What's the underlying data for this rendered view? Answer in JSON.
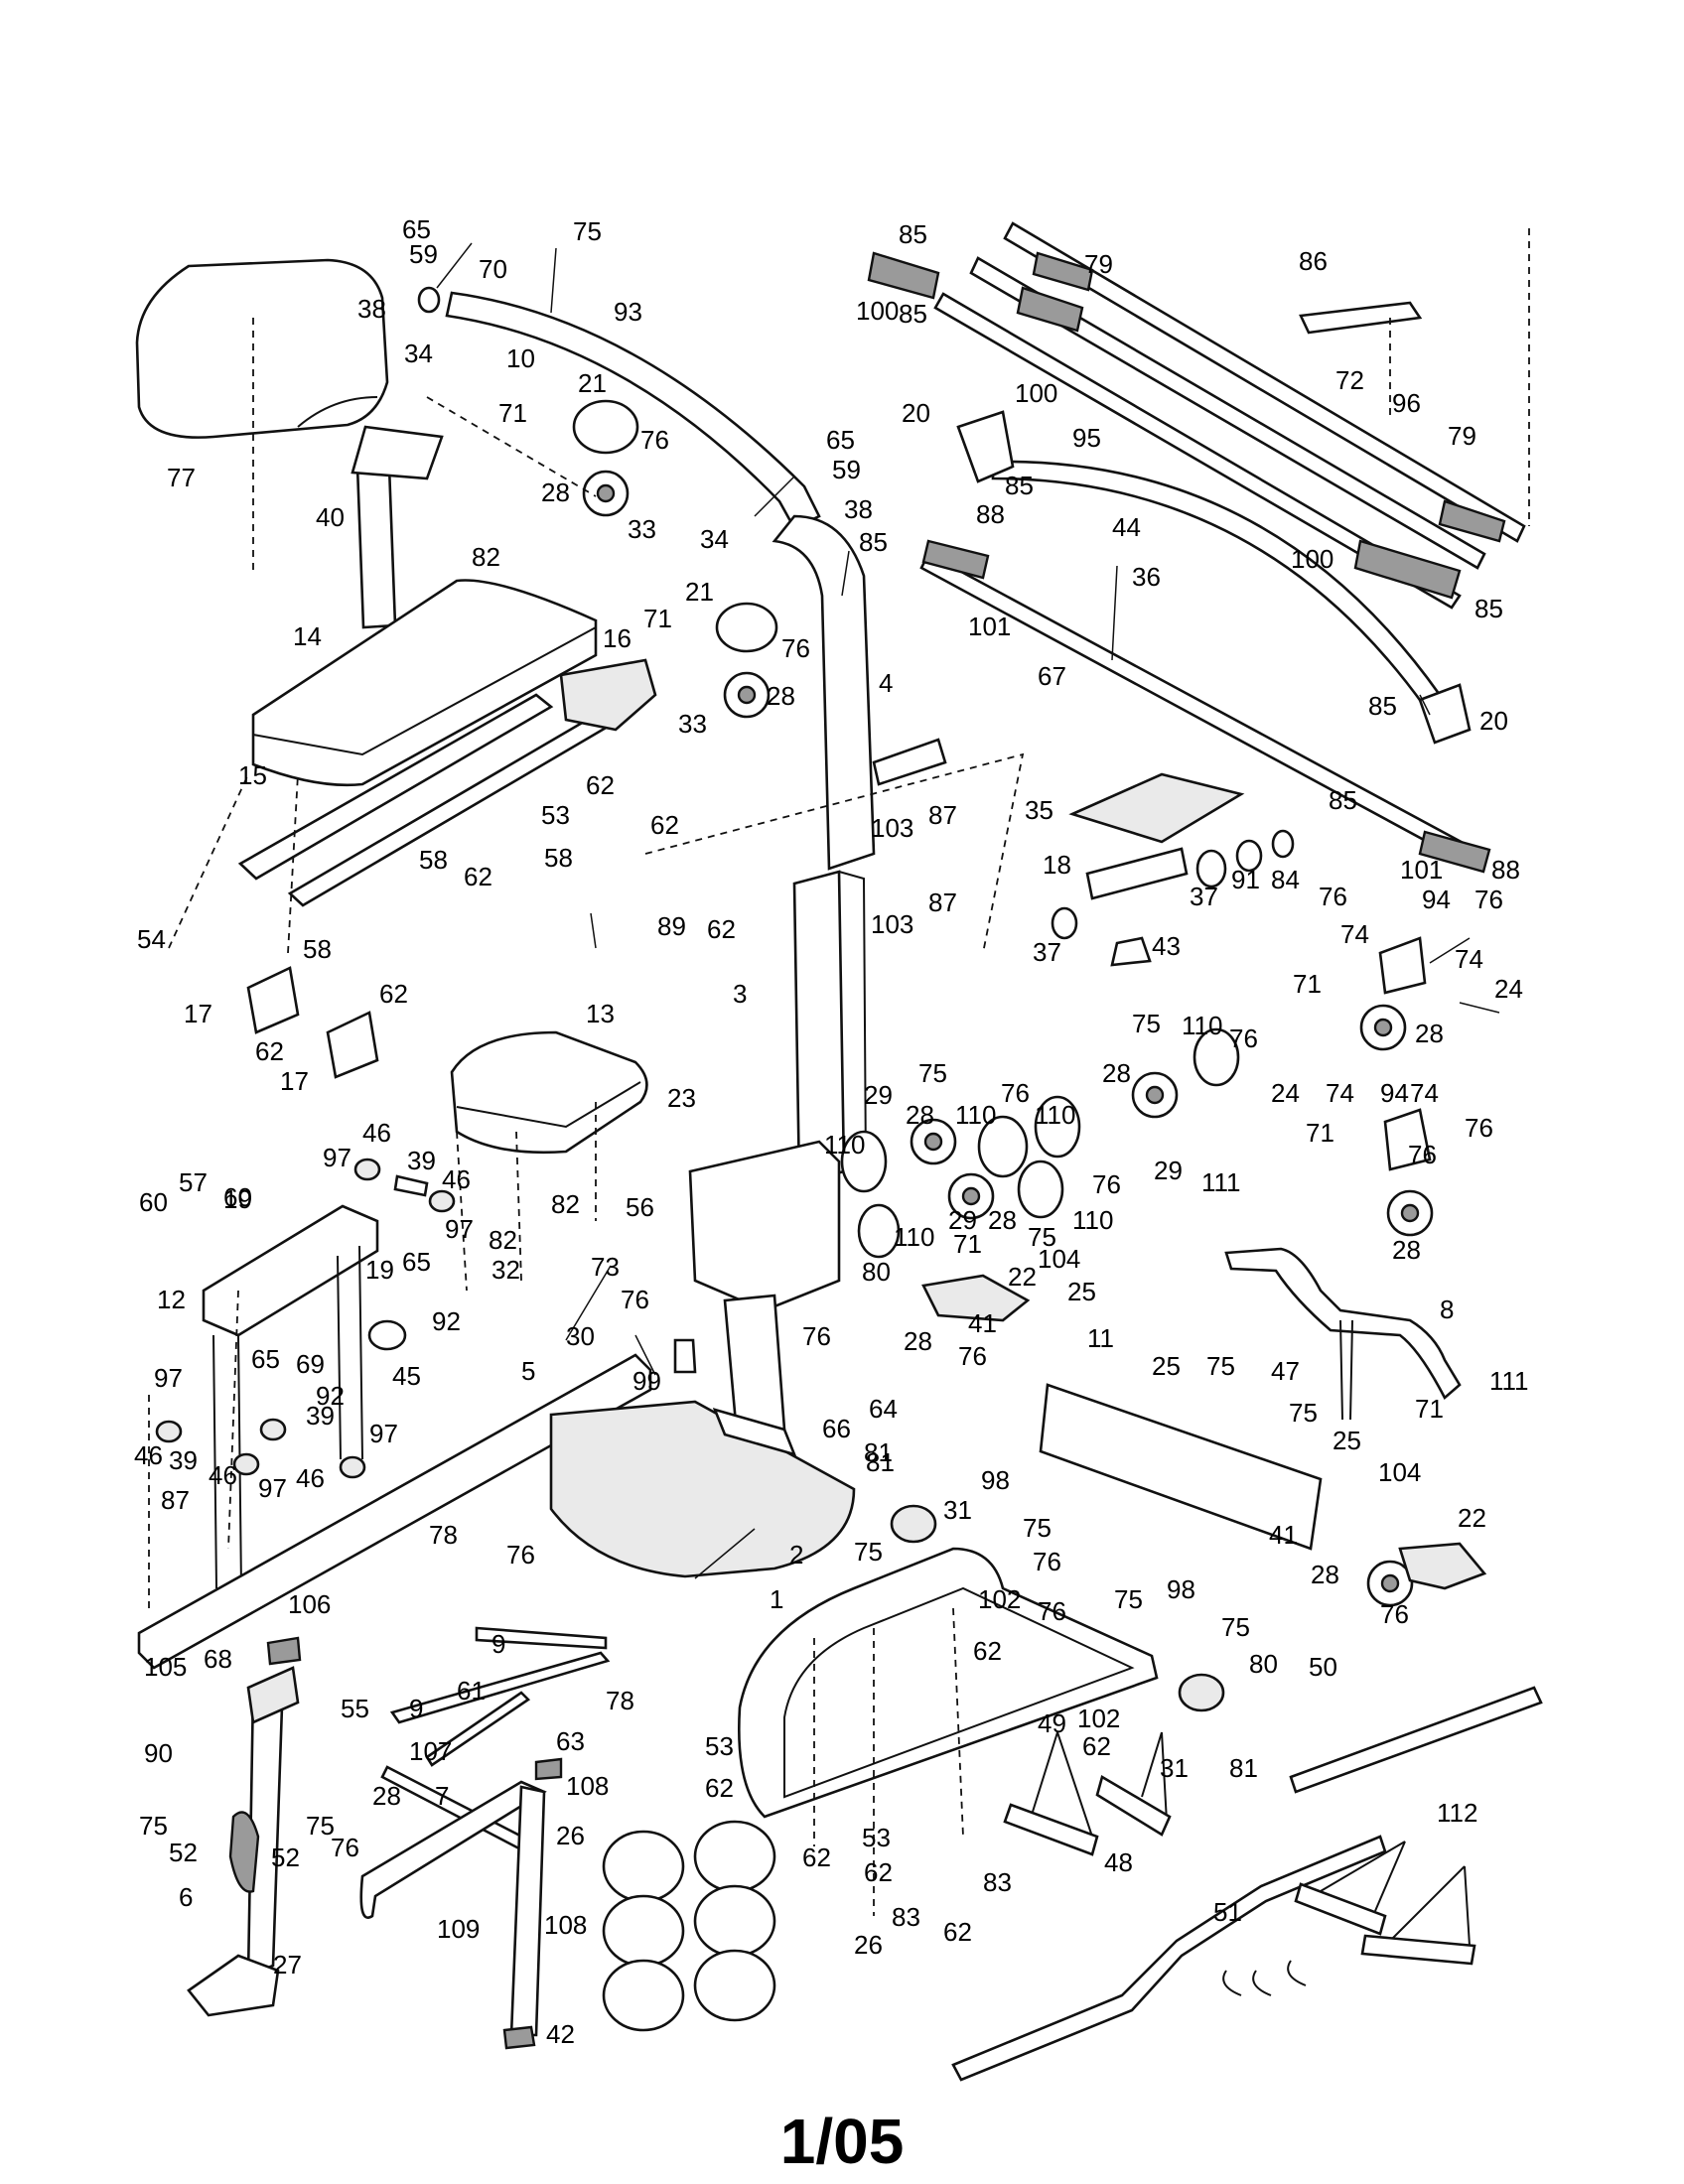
{
  "footer": {
    "date_code": "1/05"
  },
  "callouts": [
    "65",
    "59",
    "38",
    "34",
    "70",
    "75",
    "93",
    "10",
    "77",
    "40",
    "82",
    "21",
    "71",
    "76",
    "28",
    "33",
    "14",
    "16",
    "15",
    "62",
    "53",
    "58",
    "54",
    "17",
    "13",
    "23",
    "3",
    "4",
    "100",
    "85",
    "79",
    "86",
    "72",
    "96",
    "95",
    "20",
    "44",
    "88",
    "36",
    "67",
    "101",
    "35",
    "18",
    "37",
    "91",
    "84",
    "43",
    "74",
    "94",
    "24",
    "89",
    "103",
    "87",
    "29",
    "110",
    "60",
    "57",
    "19",
    "12",
    "97",
    "46",
    "39",
    "32",
    "30",
    "99",
    "92",
    "45",
    "69",
    "5",
    "56",
    "73",
    "64",
    "66",
    "81",
    "2",
    "31",
    "98",
    "102",
    "1",
    "63",
    "107",
    "108",
    "109",
    "26",
    "42",
    "7",
    "61",
    "78",
    "9",
    "27",
    "6",
    "52",
    "105",
    "68",
    "106",
    "55",
    "90",
    "8",
    "111",
    "11",
    "47",
    "25",
    "41",
    "22",
    "104",
    "50",
    "49",
    "48",
    "51",
    "112",
    "80",
    "83",
    "1/05"
  ]
}
